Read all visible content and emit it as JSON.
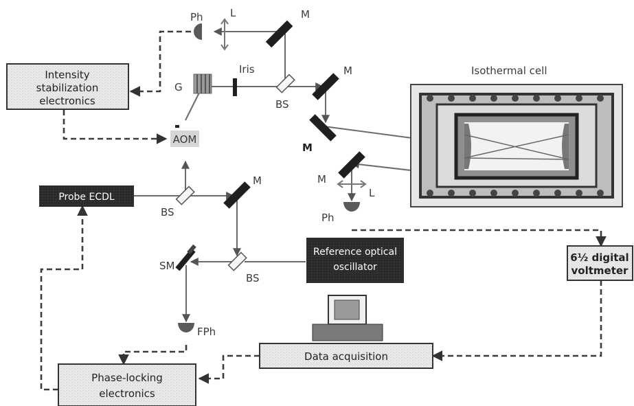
{
  "title": "",
  "labels": {
    "ph_top": "Ph",
    "l_top": "L",
    "m_top": "M",
    "iris": "Iris",
    "g": "G",
    "bs_top": "BS",
    "m_right1": "M",
    "m_left": "M",
    "aom": "AOM",
    "m_lower": "M",
    "l_right": "L",
    "ph_right": "Ph",
    "bs_mid": "BS",
    "m_mid": "M",
    "sm": "SM",
    "bs_low": "BS",
    "fph": "FPh",
    "cell_title": "Isothermal cell"
  },
  "boxes": {
    "intensity": [
      "Intensity",
      "stabilization",
      "electronics"
    ],
    "probe": "Probe ECDL",
    "reference": [
      "Reference optical",
      "oscillator"
    ],
    "voltmeter": [
      "6½ digital",
      "voltmeter"
    ],
    "daq": "Data acquisition",
    "phase": [
      "Phase-locking",
      "electronics"
    ]
  },
  "colors": {
    "dark_box": "#2b2b2b",
    "light_box": "#ececec",
    "beam": "#6a6a6a",
    "signal_dashed": "#3c3c3c",
    "cell_fill": "#9a9a9a"
  }
}
